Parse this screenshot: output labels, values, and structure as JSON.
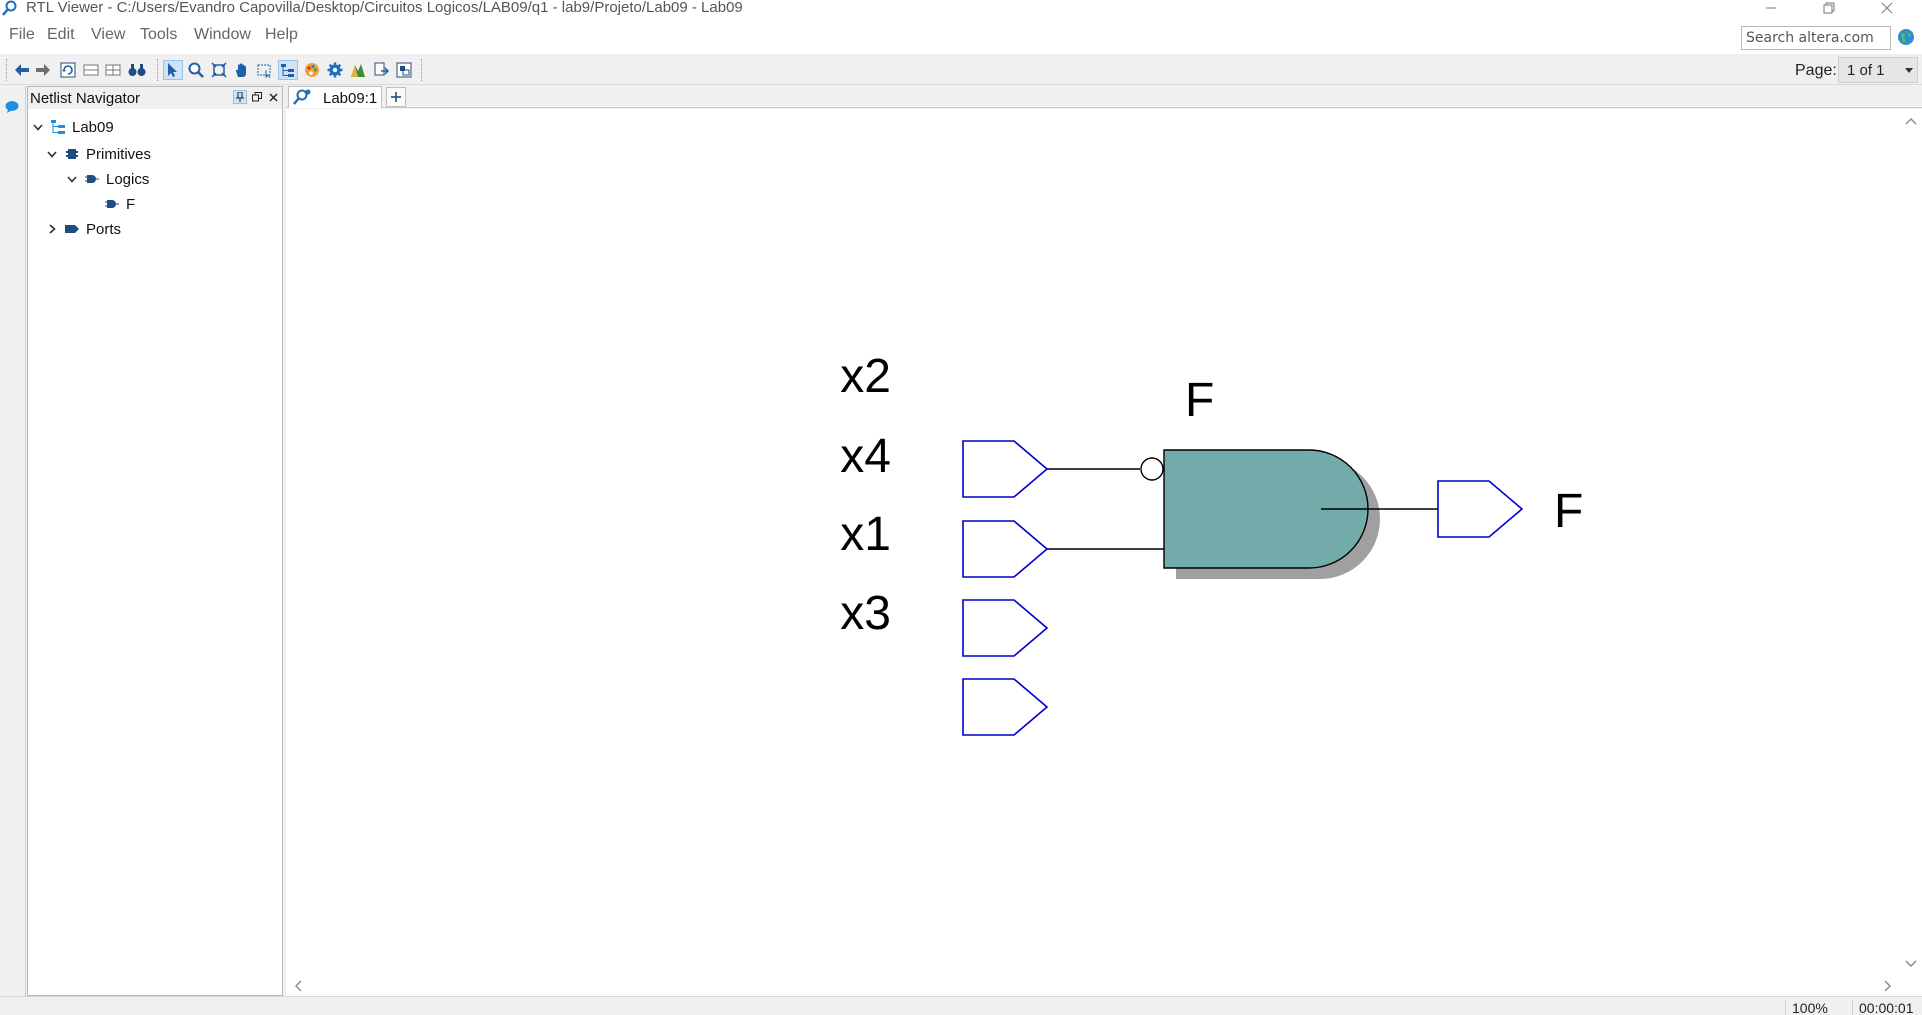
{
  "window": {
    "title": "RTL Viewer - C:/Users/Evandro Capovilla/Desktop/Circuitos Logicos/LAB09/q1 - lab9/Projeto/Lab09 - Lab09"
  },
  "menu": {
    "items": [
      "File",
      "Edit",
      "View",
      "Tools",
      "Window",
      "Help"
    ]
  },
  "search": {
    "value": "Search altera.com"
  },
  "toolbar": {
    "page_label": "Page:",
    "page_value": "1 of 1"
  },
  "navigator": {
    "title": "Netlist Navigator",
    "tree": [
      {
        "label": "Lab09",
        "level": 0,
        "expanded": true
      },
      {
        "label": "Primitives",
        "level": 1,
        "expanded": true
      },
      {
        "label": "Logics",
        "level": 2,
        "expanded": true
      },
      {
        "label": "F",
        "level": 3,
        "expanded": null
      },
      {
        "label": "Ports",
        "level": 1,
        "expanded": false
      }
    ]
  },
  "tabs": [
    {
      "label": "Lab09:1"
    }
  ],
  "schematic": {
    "inputs": [
      "x2",
      "x4",
      "x1",
      "x3"
    ],
    "gate_label": "F",
    "gate_color": "#73abab",
    "output_label": "F",
    "port_color": "#0000cc"
  },
  "status": {
    "zoom": "100%",
    "time": "00:00:01"
  }
}
